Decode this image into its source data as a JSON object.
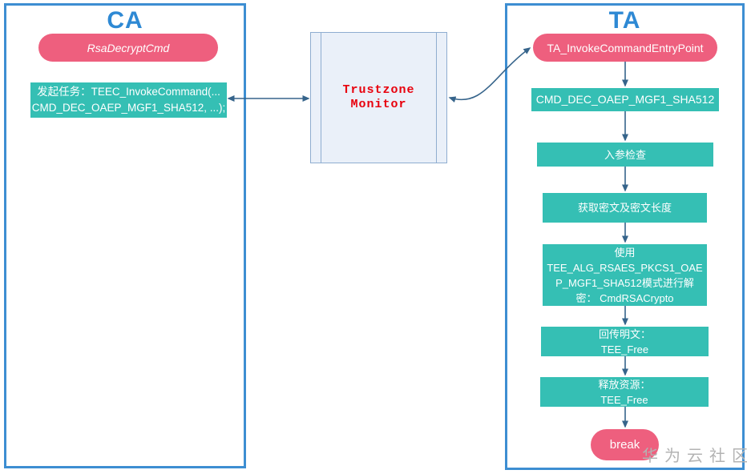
{
  "diagram": {
    "ca": {
      "title": "CA",
      "entry_label": "RsaDecryptCmd",
      "task_label": "发起任务：TEEC_InvokeCommand(...\nCMD_DEC_OAEP_MGF1_SHA512, ...);"
    },
    "monitor": {
      "label": "Trustzone\nMonitor"
    },
    "ta": {
      "title": "TA",
      "entry_label": "TA_InvokeCommandEntryPoint",
      "steps": [
        "CMD_DEC_OAEP_MGF1_SHA512",
        "入参检查",
        "获取密文及密文长度",
        "使用\nTEE_ALG_RSAES_PKCS1_OAE\nP_MGF1_SHA512模式进行解\n密： CmdRSACrypto",
        "回传明文：\nTEE_Free",
        "释放资源：\nTEE_Free"
      ],
      "end_label": "break"
    },
    "watermark": "华为云社区",
    "colors": {
      "panel_border_blue": "#3d8ed2",
      "title_blue": "#2e89d4",
      "node_pink": "#ee5f7e",
      "step_teal": "#35bfb4",
      "arrow_blue": "#36648b",
      "monitor_fill": "#eaf0f9",
      "monitor_border": "#8fadd0",
      "monitor_text_red": "#e8000d",
      "watermark_gray": "#b3b3b3"
    }
  }
}
